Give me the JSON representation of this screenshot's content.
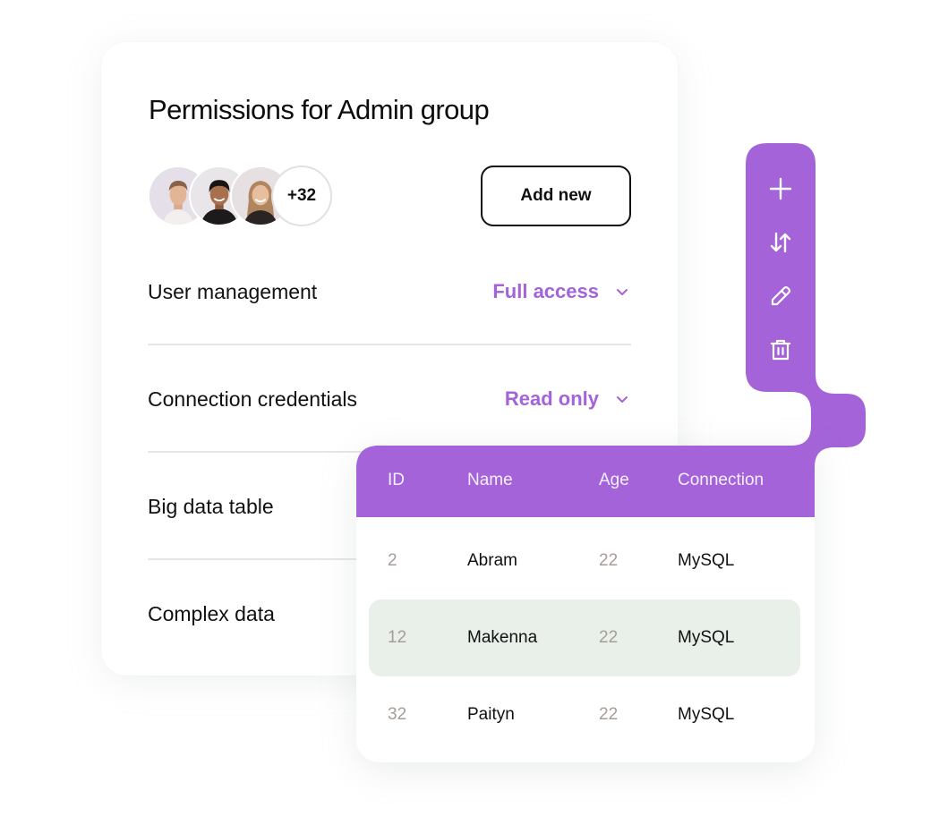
{
  "permissions": {
    "title": "Permissions for Admin group",
    "avatars": [
      {
        "name": "avatar-user-1"
      },
      {
        "name": "avatar-user-2"
      },
      {
        "name": "avatar-user-3"
      }
    ],
    "more_count": "+32",
    "add_button": "Add new",
    "rows": [
      {
        "label": "User management",
        "value": "Full access"
      },
      {
        "label": "Connection credentials",
        "value": "Read only"
      },
      {
        "label": "Big data table",
        "value": ""
      },
      {
        "label": "Complex data",
        "value": ""
      }
    ]
  },
  "toolbar": {
    "icons": [
      "plus-icon",
      "sort-icon",
      "pencil-icon",
      "trash-icon"
    ]
  },
  "table": {
    "columns": [
      "ID",
      "Name",
      "Age",
      "Connection"
    ],
    "rows": [
      {
        "id": "2",
        "name": "Abram",
        "age": "22",
        "connection": "MySQL",
        "highlighted": false
      },
      {
        "id": "12",
        "name": "Makenna",
        "age": "22",
        "connection": "MySQL",
        "highlighted": true
      },
      {
        "id": "32",
        "name": "Paityn",
        "age": "22",
        "connection": "MySQL",
        "highlighted": false
      }
    ]
  },
  "colors": {
    "accent": "#A463D9",
    "row_highlight": "#E9EFE9",
    "muted_number": "#A69D98"
  }
}
